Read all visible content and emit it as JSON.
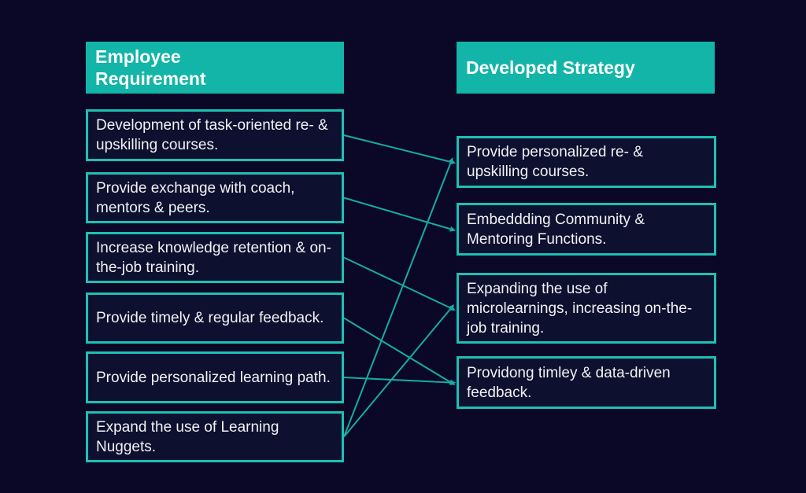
{
  "diagram": {
    "left": {
      "header": "Employee Requirement",
      "items": [
        {
          "text": "Development of task-oriented re- & upskilling courses."
        },
        {
          "text": "Provide exchange with coach, mentors & peers."
        },
        {
          "text": "Increase knowledge retention & on-the-job training."
        },
        {
          "text": "Provide timely & regular feedback."
        },
        {
          "text": "Provide personalized learning path."
        },
        {
          "text": "Expand the use of Learning Nuggets."
        }
      ]
    },
    "right": {
      "header": "Developed Strategy",
      "items": [
        {
          "text": "Provide personalized re- & upskilling courses."
        },
        {
          "text": "Embeddding Community & Mentoring Functions."
        },
        {
          "text": "Expanding the use of microlearnings, increasing on-the-job training."
        },
        {
          "text": "Providong timley & data-driven feedback."
        }
      ]
    },
    "connections": [
      {
        "from": 0,
        "to": 0
      },
      {
        "from": 1,
        "to": 1
      },
      {
        "from": 2,
        "to": 2
      },
      {
        "from": 3,
        "to": 3
      },
      {
        "from": 4,
        "to": 3
      },
      {
        "from": 5,
        "to": 0
      },
      {
        "from": 5,
        "to": 2
      }
    ],
    "colors": {
      "background": "#0a0826",
      "header_fill": "#12b5a7",
      "box_fill": "#0d102f",
      "box_border": "#1dc0b4",
      "connector": "#14ada3",
      "text": "#f2f2f4",
      "header_text": "#ffffff"
    }
  }
}
